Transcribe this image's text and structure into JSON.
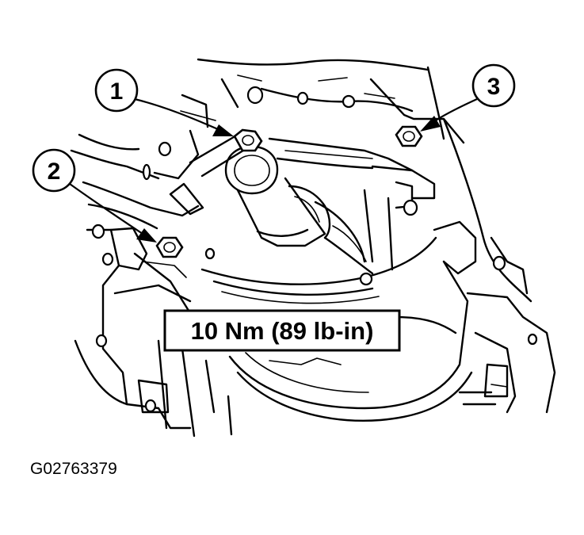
{
  "callouts": [
    {
      "label": "1",
      "target": "bolt"
    },
    {
      "label": "2",
      "target": "bolt"
    },
    {
      "label": "3",
      "target": "bolt"
    }
  ],
  "torque_spec": "10 Nm (89 lb-in)",
  "figure_id": "G02763379"
}
